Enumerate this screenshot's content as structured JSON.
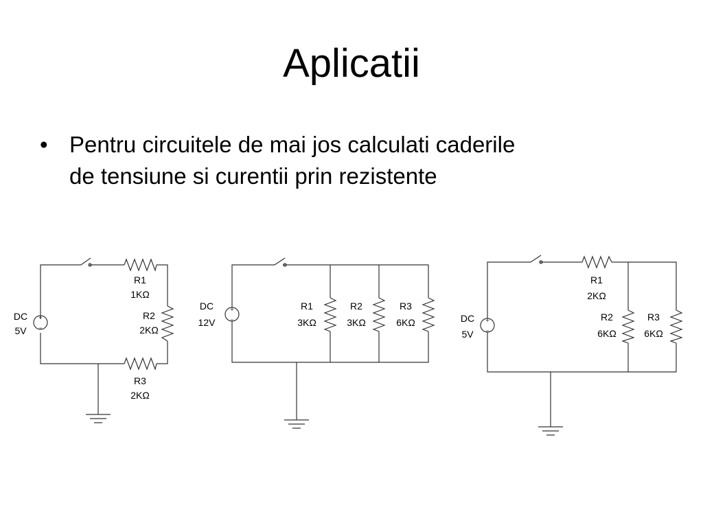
{
  "slide": {
    "title": "Aplicatii",
    "bullet_symbol": "•",
    "bullet_lines": [
      "Pentru circuitele de mai jos calculati caderile",
      "de tensiune si curentii prin rezistente"
    ]
  },
  "circuits": [
    {
      "source": {
        "name": "DC",
        "value": "5V"
      },
      "resistors": [
        {
          "name": "R1",
          "value": "1KΩ"
        },
        {
          "name": "R2",
          "value": "2KΩ"
        },
        {
          "name": "R3",
          "value": "2KΩ"
        }
      ]
    },
    {
      "source": {
        "name": "DC",
        "value": "12V"
      },
      "resistors": [
        {
          "name": "R1",
          "value": "3KΩ"
        },
        {
          "name": "R2",
          "value": "3KΩ"
        },
        {
          "name": "R3",
          "value": "6KΩ"
        }
      ]
    },
    {
      "source": {
        "name": "DC",
        "value": "5V"
      },
      "resistors": [
        {
          "name": "R1",
          "value": "2KΩ"
        },
        {
          "name": "R2",
          "value": "6KΩ"
        },
        {
          "name": "R3",
          "value": "6KΩ"
        }
      ]
    }
  ],
  "symbols": {
    "plus": "+",
    "minus": "−"
  }
}
